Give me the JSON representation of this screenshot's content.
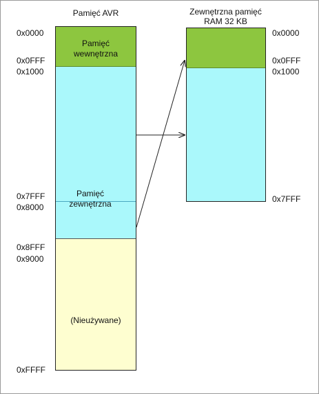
{
  "left_block": {
    "title": "Pamięć AVR",
    "internal_label_line1": "Pamięć",
    "internal_label_line2": "wewnętrzna",
    "external_label_line1": "Pamięć",
    "external_label_line2": "zewnętrzna",
    "unused_label": "(Nieużywane)",
    "addresses": {
      "a0000": "0x0000",
      "a0FFF": "0x0FFF",
      "a1000": "0x1000",
      "a7FFF": "0x7FFF",
      "a8000": "0x8000",
      "a8FFF": "0x8FFF",
      "a9000": "0x9000",
      "aFFFF": "0xFFFF"
    }
  },
  "right_block": {
    "title_line1": "Zewnętrzna pamięć",
    "title_line2": "RAM 32 KB",
    "addresses": {
      "a0000": "0x0000",
      "a0FFF": "0x0FFF",
      "a1000": "0x1000",
      "a7FFF": "0x7FFF"
    }
  },
  "colors": {
    "internal": "#8dc63f",
    "external": "#aaf8fb",
    "unused": "#fefed0",
    "border": "#222222"
  }
}
